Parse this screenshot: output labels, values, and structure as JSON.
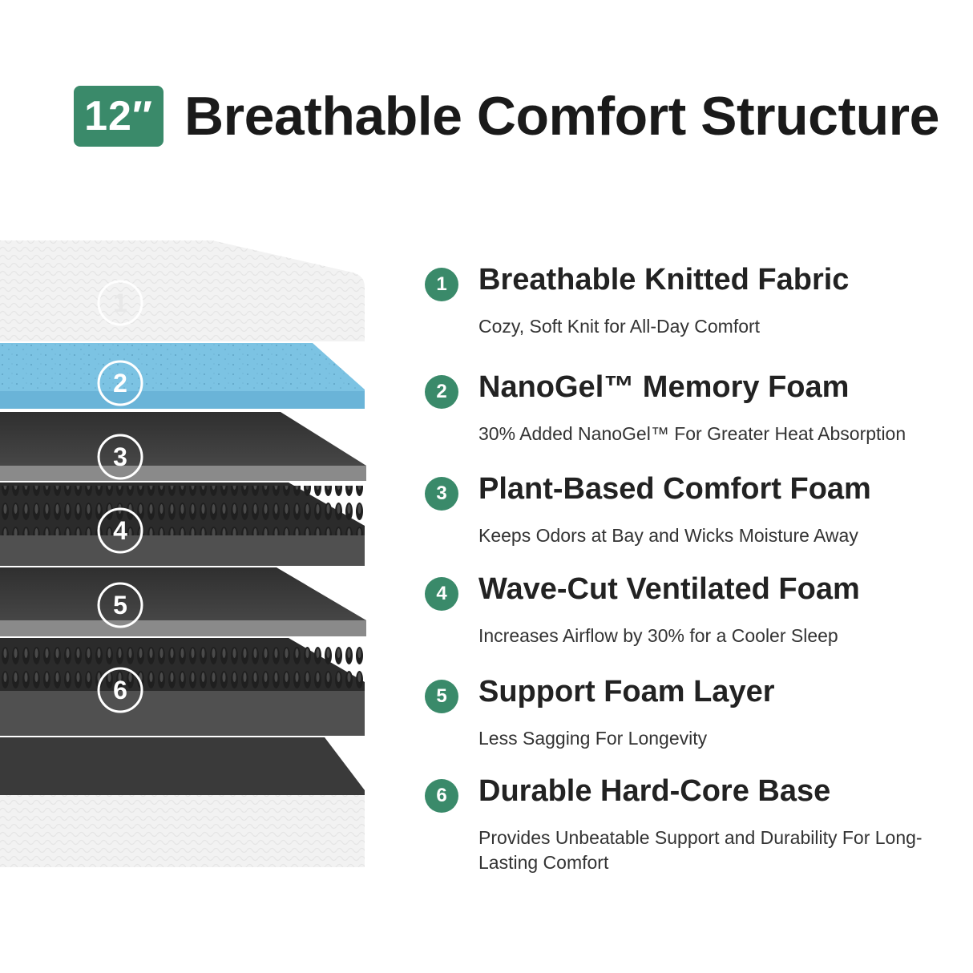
{
  "header": {
    "badge": "12″",
    "title": "Breathable Comfort Structure"
  },
  "colors": {
    "accent": "#3a8a6a",
    "fabric": "#f1f1f1",
    "gel": "#7bc2e2",
    "foam_dark": "#3a3a3a",
    "foam_grey": "#8f8f8f"
  },
  "layers": [
    {
      "num": "1",
      "name": "Breathable Knitted Fabric",
      "desc": "Cozy, Soft Knit for All-Day Comfort"
    },
    {
      "num": "2",
      "name": "NanoGel™ Memory Foam",
      "desc": "30% Added NanoGel™ For Greater Heat Absorption"
    },
    {
      "num": "3",
      "name": "Plant-Based Comfort Foam",
      "desc": "Keeps Odors at Bay and Wicks Moisture Away"
    },
    {
      "num": "4",
      "name": "Wave-Cut Ventilated Foam",
      "desc": "Increases Airflow by 30% for a Cooler Sleep"
    },
    {
      "num": "5",
      "name": "Support Foam Layer",
      "desc": "Less Sagging For Longevity"
    },
    {
      "num": "6",
      "name": "Durable Hard-Core Base",
      "desc": "Provides Unbeatable Support and Durability For Long-Lasting Comfort"
    }
  ]
}
